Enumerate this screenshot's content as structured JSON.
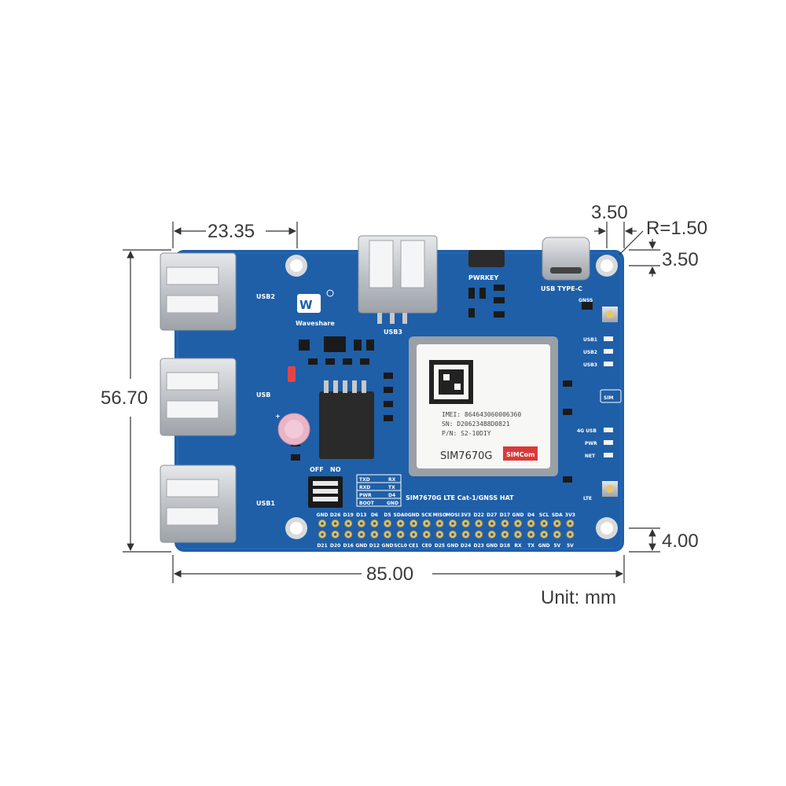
{
  "dimensions": {
    "top_width": "23.35",
    "hole_offset_x": "3.50",
    "corner_radius": "R=1.50",
    "hole_offset_y": "3.50",
    "height": "56.70",
    "width": "85.00",
    "bottom_offset": "4.00",
    "unit": "Unit: mm"
  },
  "board": {
    "brand": "Waveshare",
    "title": "SIM7670G LTE Cat-1/GNSS HAT",
    "usb_labels": [
      "USB2",
      "USB",
      "USB1"
    ],
    "usb3": "USB3",
    "pwrkey": "PWRKEY",
    "usb_type_c": "USB TYPE-C",
    "right_labels": [
      "GNSS",
      "USB1",
      "USB2",
      "USB3",
      "SIM",
      "4G USB",
      "PWR",
      "NET",
      "LTE"
    ],
    "switch_labels": [
      "OFF",
      "NO"
    ],
    "uart_table": [
      [
        "TXD",
        "RX"
      ],
      [
        "RXD",
        "TX"
      ],
      [
        "PWR",
        "D4"
      ],
      [
        "BOOT",
        "GND"
      ]
    ],
    "header_top": [
      "GND",
      "D26",
      "D19",
      "D13",
      "D6",
      "D5",
      "SDA0",
      "GND",
      "SCK",
      "MISO",
      "MOSI",
      "3V3",
      "D22",
      "D27",
      "D17",
      "GND",
      "D4",
      "SCL",
      "SDA",
      "3V3"
    ],
    "header_bottom": [
      "D21",
      "D20",
      "D16",
      "GND",
      "D12",
      "GND",
      "SCL0",
      "CE1",
      "CE0",
      "D25",
      "GND",
      "D24",
      "D23",
      "GND",
      "D18",
      "RX",
      "TX",
      "GND",
      "5V",
      "5V"
    ],
    "module": {
      "brand": "SIMCom",
      "model": "SIM7670G",
      "pn": "P/N: S2-10DIY",
      "sn": "SN: D206234B8D0821",
      "imei": "IMEI: 864643060006360"
    }
  },
  "colors": {
    "pcb": "#1f5fa8",
    "silk": "#ffffff",
    "metal": "#cfd2d6",
    "dim_line": "#333333"
  }
}
